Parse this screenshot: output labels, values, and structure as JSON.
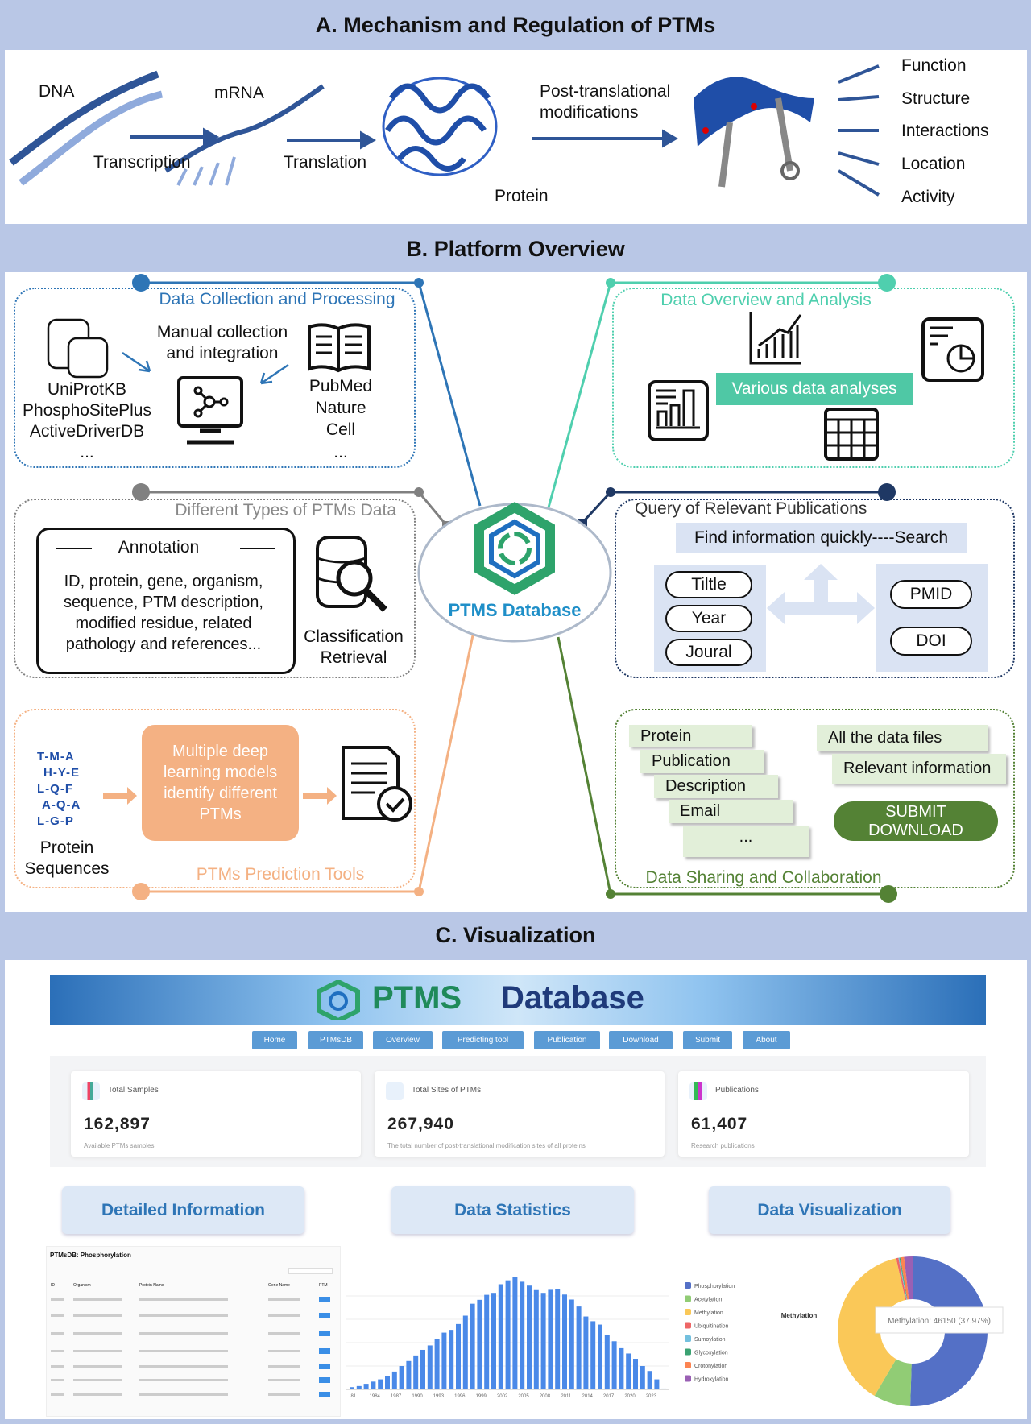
{
  "section_a": {
    "title": "A. Mechanism and Regulation of PTMs",
    "dna": "DNA",
    "transcription": "Transcription",
    "mrna": "mRNA",
    "translation": "Translation",
    "protein": "Protein",
    "ptm_line1": "Post-translational",
    "ptm_line2": "modifications",
    "outcomes": [
      "Function",
      "Structure",
      "Interactions",
      "Location",
      "Activity"
    ]
  },
  "section_b": {
    "title": "B. Platform Overview",
    "collection": {
      "title": "Data Collection and Processing",
      "manual1": "Manual collection",
      "manual2": "and integration",
      "sources_left": [
        "UniProtKB",
        "PhosphoSitePlus",
        "ActiveDriverDB",
        "..."
      ],
      "sources_right": [
        "PubMed",
        "Nature",
        "Cell",
        "..."
      ]
    },
    "overview": {
      "title": "Data Overview and Analysis",
      "banner": "Various data analyses"
    },
    "types": {
      "title": "Different Types of PTMs Data",
      "annotation": "Annotation",
      "lines": [
        "ID, protein, gene, organism,",
        "sequence, PTM description,",
        "modified residue, related",
        "pathology and references..."
      ],
      "retrieval1": "Classification",
      "retrieval2": "Retrieval"
    },
    "center": {
      "name": "PTMS Database"
    },
    "query": {
      "title": "Query of Relevant Publications",
      "search": "Find information quickly----Search",
      "left": [
        "Tiltle",
        "Year",
        "Joural"
      ],
      "right": [
        "PMID",
        "DOI"
      ]
    },
    "prediction": {
      "title": "PTMs Prediction Tools",
      "sequences": [
        "T-M-A",
        "H-Y-E",
        "L-Q-F",
        "A-Q-A",
        "L-G-P"
      ],
      "seq_label1": "Protein",
      "seq_label2": "Sequences",
      "model": [
        "Multiple deep",
        "learning models",
        "identify different",
        "PTMs"
      ]
    },
    "sharing": {
      "title": "Data Sharing and Collaboration",
      "items": [
        "Protein",
        "Publication",
        "Description",
        "Email",
        "..."
      ],
      "files": "All the data files",
      "relevant": "Relevant information",
      "btn1": "SUBMIT",
      "btn2": "DOWNLOAD"
    }
  },
  "section_c": {
    "title": "C. Visualization",
    "banner": {
      "brand1": "PTMS",
      "brand2": "Database"
    },
    "nav": [
      "Home",
      "PTMsDB",
      "Overview",
      "Predicting tool",
      "Publication",
      "Download",
      "Submit",
      "About"
    ],
    "stats": [
      {
        "label": "Total Samples",
        "value": "162,897",
        "sub": "Available PTMs samples"
      },
      {
        "label": "Total Sites of PTMs",
        "value": "267,940",
        "sub": "The total number of post-translational modification sites of all proteins"
      },
      {
        "label": "Publications",
        "value": "61,407",
        "sub": "Research publications"
      }
    ],
    "sections": [
      "Detailed Information",
      "Data Statistics",
      "Data Visualization"
    ],
    "table": {
      "title": "PTMsDB: Phosphorylation",
      "headers": [
        "ID",
        "Organism",
        "Protein Name",
        "Gene Name",
        "PTM"
      ]
    }
  },
  "chart_data": [
    {
      "type": "bar",
      "title": "",
      "xlabel": "",
      "ylabel": "",
      "tick_labels": [
        "81",
        "1984",
        "1987",
        "1990",
        "1993",
        "1996",
        "1999",
        "2002",
        "2005",
        "2008",
        "2011",
        "2014",
        "2017",
        "2020",
        "2023"
      ],
      "categories": [
        1980,
        1981,
        1982,
        1983,
        1984,
        1985,
        1986,
        1987,
        1988,
        1989,
        1990,
        1991,
        1992,
        1993,
        1994,
        1995,
        1996,
        1997,
        1998,
        1999,
        2000,
        2001,
        2002,
        2003,
        2004,
        2005,
        2006,
        2007,
        2008,
        2009,
        2010,
        2011,
        2012,
        2013,
        2014,
        2015,
        2016,
        2017,
        2018,
        2019,
        2020,
        2021,
        2022,
        2023,
        2024
      ],
      "values": [
        8,
        12,
        20,
        28,
        36,
        48,
        64,
        84,
        102,
        122,
        142,
        158,
        182,
        204,
        214,
        235,
        265,
        308,
        322,
        340,
        347,
        378,
        392,
        403,
        387,
        373,
        357,
        347,
        358,
        360,
        341,
        323,
        298,
        262,
        245,
        233,
        197,
        173,
        148,
        129,
        110,
        84,
        66,
        36,
        3
      ],
      "ylim": [
        0,
        420
      ],
      "color": "#4a89e8"
    },
    {
      "type": "pie",
      "title": "",
      "center_label": "Methylation",
      "tooltip": "Methylation: 46150 (37.97%)",
      "slices": [
        {
          "name": "Phosphorylation",
          "value": 50.5,
          "color": "#5470c6"
        },
        {
          "name": "Acetylation",
          "value": 8.0,
          "color": "#91cc75"
        },
        {
          "name": "Methylation",
          "value": 37.97,
          "color": "#fac858"
        },
        {
          "name": "Ubiquitination",
          "value": 0.5,
          "color": "#ee6666"
        },
        {
          "name": "Sumoylation",
          "value": 0.2,
          "color": "#73c0de"
        },
        {
          "name": "Glycosylation",
          "value": 0.2,
          "color": "#3ba272"
        },
        {
          "name": "Crotonylation",
          "value": 0.8,
          "color": "#fc8452"
        },
        {
          "name": "Hydroxylation",
          "value": 1.83,
          "color": "#9a60b4"
        }
      ]
    }
  ]
}
